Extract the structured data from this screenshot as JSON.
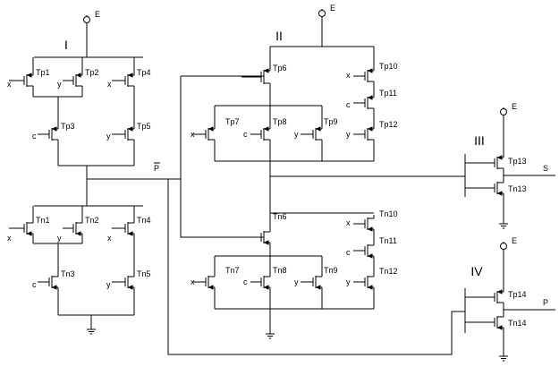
{
  "supply_label": "E",
  "sections": {
    "s1": "I",
    "s2": "II",
    "s3": "III",
    "s4": "IV"
  },
  "transistors": {
    "tp1": "Tp1",
    "tp2": "Tp2",
    "tp3": "Tp3",
    "tp4": "Tp4",
    "tp5": "Tp5",
    "tn1": "Tn1",
    "tn2": "Tn2",
    "tn3": "Tn3",
    "tn4": "Tn4",
    "tn5": "Tn5",
    "tp6": "Tp6",
    "tp7": "Tp7",
    "tp8": "Tp8",
    "tp9": "Tp9",
    "tp10": "Tp10",
    "tp11": "Tp11",
    "tp12": "Tp12",
    "tn6": "Tn6",
    "tn7": "Tn7",
    "tn8": "Tn8",
    "tn9": "Tn9",
    "tn10": "Tn10",
    "tn11": "Tn11",
    "tn12": "Tn12",
    "tp13": "Tp13",
    "tn13": "Tn13",
    "tp14": "Tp14",
    "tn14": "Tn14"
  },
  "inputs": {
    "x": "x",
    "y": "y",
    "c": "c"
  },
  "signals": {
    "p_bar": "P",
    "s": "S",
    "p": "P"
  }
}
